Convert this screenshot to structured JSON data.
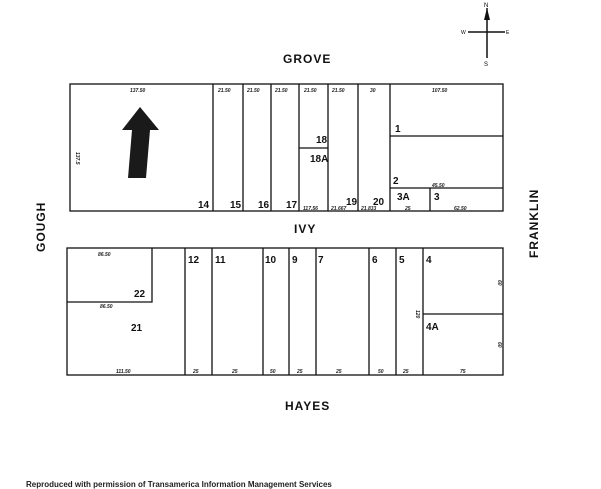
{
  "streets": {
    "north": "GROVE",
    "middle": "IVY",
    "south": "HAYES",
    "west": "GOUGH",
    "east": "FRANKLIN"
  },
  "compass": {
    "n": "N",
    "s": "S",
    "e": "E",
    "w": "W"
  },
  "north_block": {
    "lots": [
      "14",
      "15",
      "16",
      "17",
      "18",
      "18A",
      "19",
      "20",
      "2",
      "3A",
      "3",
      "1"
    ],
    "dimensions": [
      "137.50",
      "137.5",
      "21.50",
      "21.50",
      "21.50",
      "21.50",
      "21.50",
      "30",
      "107.50",
      "45.50",
      "62.50",
      "117.56",
      "21.667",
      "21.833",
      "25"
    ]
  },
  "south_block": {
    "lots": [
      "22",
      "21",
      "12",
      "11",
      "10",
      "9",
      "7",
      "6",
      "5",
      "4",
      "4A"
    ],
    "dimensions": [
      "86.50",
      "86.50",
      "111.50",
      "25",
      "25",
      "50",
      "25",
      "25",
      "50",
      "25",
      "25",
      "75",
      "120",
      "60",
      "60"
    ]
  },
  "footer": "Reproduced with permission of Transamerica Information Management Services"
}
